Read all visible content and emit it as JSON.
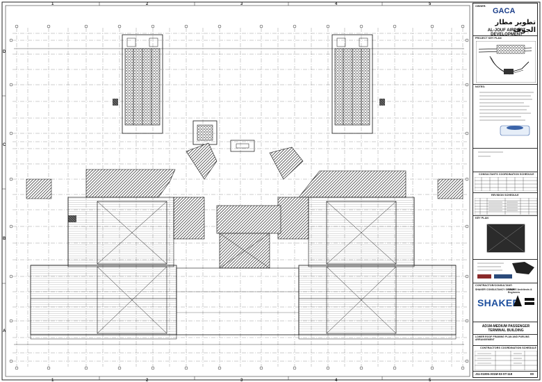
{
  "title_block": {
    "owner_label": "OWNER:",
    "logo_text": "GACA",
    "arabic_project": "تطوير مطار الجوف",
    "project_name": "AL-JOUF AIRPORT DEVELOPMENT",
    "project_key_plan_label": "PROJECT KEY PLAN",
    "notes_label": "NOTES:",
    "consultants_label": "CONSULTANTS COORDINATION SCHEDULE",
    "revision_label": "REVISION SCHEDULE",
    "key_plan_label": "KEY PLAN",
    "contractor_label": "CONTRACTOR/CONSULTANT:",
    "contractor_name": "SHAKER CONSULTANCY GROUP",
    "contractor_logo": "SHAKER",
    "sub_consultant": "CROSS Architects & Engineers",
    "sheet_title_1": "AD1M-MEDIUM PASSENGER",
    "sheet_title_2": "TERMINAL BUILDING",
    "sheet_subtitle": "LOWER ROOF FRAMING PLAN AND PURLINS ARRANGEMENT",
    "coordination_label": "CONTRACTORS COORDINATION SCHEDULE",
    "drawing_number": "J11-01006-A01M-03-ST-118",
    "revision_number": "00"
  },
  "grid": {
    "columns": [
      "1",
      "2",
      "3",
      "4",
      "5"
    ],
    "rows": [
      "D",
      "C",
      "B",
      "A"
    ]
  },
  "colors": {
    "line": "#1a1a1a",
    "hatch_fill": "#555555",
    "accent_blue": "#1d4f9e"
  }
}
